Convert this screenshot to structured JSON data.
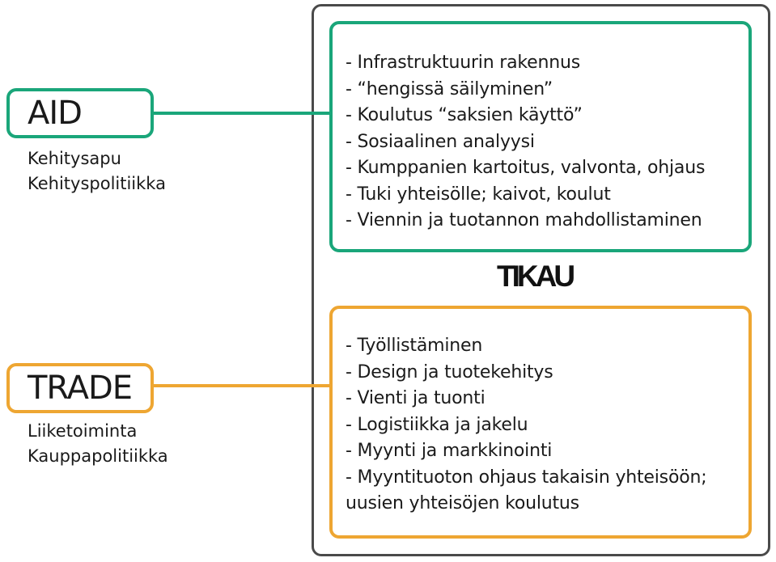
{
  "colors": {
    "aid": "#1aa67a",
    "trade": "#eea632",
    "frame": "#4a4a4a"
  },
  "logo": {
    "text": "TIKAU"
  },
  "aid": {
    "tag": "AID",
    "sub": [
      "Kehitysapu",
      "Kehityspolitiikka"
    ],
    "items": [
      "- Infrastruktuurin rakennus",
      "- “hengissä säilyminen”",
      "- Koulutus “saksien käyttö”",
      "- Sosiaalinen analyysi",
      "- Kumppanien kartoitus, valvonta, ohjaus",
      "- Tuki yhteisölle; kaivot, koulut",
      "- Viennin ja tuotannon mahdollistaminen"
    ]
  },
  "trade": {
    "tag": "TRADE",
    "sub": [
      "Liiketoiminta",
      "Kauppapolitiikka"
    ],
    "items": [
      "- Työllistäminen",
      "- Design ja tuotekehitys",
      "- Vienti ja tuonti",
      "- Logistiikka ja jakelu",
      "- Myynti ja markkinointi",
      "- Myyntituoton ohjaus takaisin yhteisöön;",
      "uusien yhteisöjen koulutus"
    ]
  }
}
